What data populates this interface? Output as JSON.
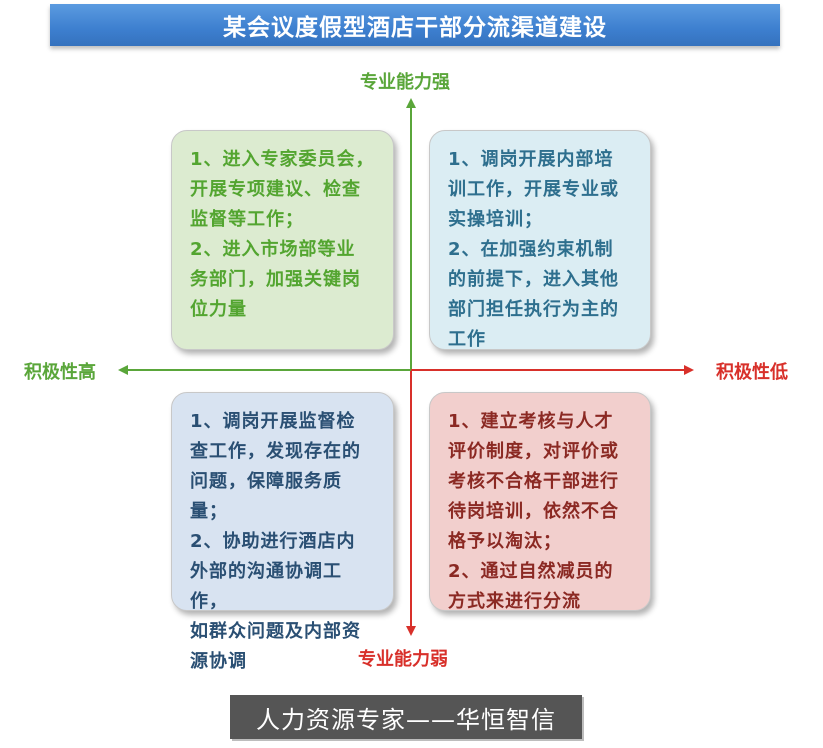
{
  "title": "某会议度假型酒店干部分流渠道建设",
  "axes": {
    "top": "专业能力强",
    "bottom": "专业能力弱",
    "left": "积极性高",
    "right": "积极性低"
  },
  "quadrants": {
    "top_left": {
      "lines": [
        "1、进入专家委员会，",
        "开展专项建议、检查",
        "监督等工作；",
        "2、进入市场部等业",
        "务部门，加强关键岗",
        "位力量"
      ]
    },
    "top_right": {
      "lines": [
        "1、调岗开展内部培",
        "训工作，开展专业或",
        "实操培训；",
        "2、在加强约束机制",
        "的前提下，进入其他",
        "部门担任执行为主的",
        "工作"
      ]
    },
    "bottom_left": {
      "lines": [
        "1、调岗开展监督检",
        "查工作，发现存在的",
        "问题，保障服务质量；",
        "2、协助进行酒店内",
        "外部的沟通协调工作，",
        "如群众问题及内部资",
        "源协调"
      ]
    },
    "bottom_right": {
      "lines": [
        "1、建立考核与人才",
        "评价制度，对评价或",
        "考核不合格干部进行",
        "待岗培训，依然不合",
        "格予以淘汰；",
        "2、通过自然减员的",
        "方式来进行分流"
      ]
    }
  },
  "footer": "人力资源专家——华恒智信",
  "colors": {
    "title_bar": "#3d7fcf",
    "positive": "#5aa63a",
    "negative": "#d8302a",
    "top_left_bg": "#dcebd0",
    "top_right_bg": "#dbedf3",
    "bottom_left_bg": "#d8e3f1",
    "bottom_right_bg": "#f2cfcd"
  }
}
